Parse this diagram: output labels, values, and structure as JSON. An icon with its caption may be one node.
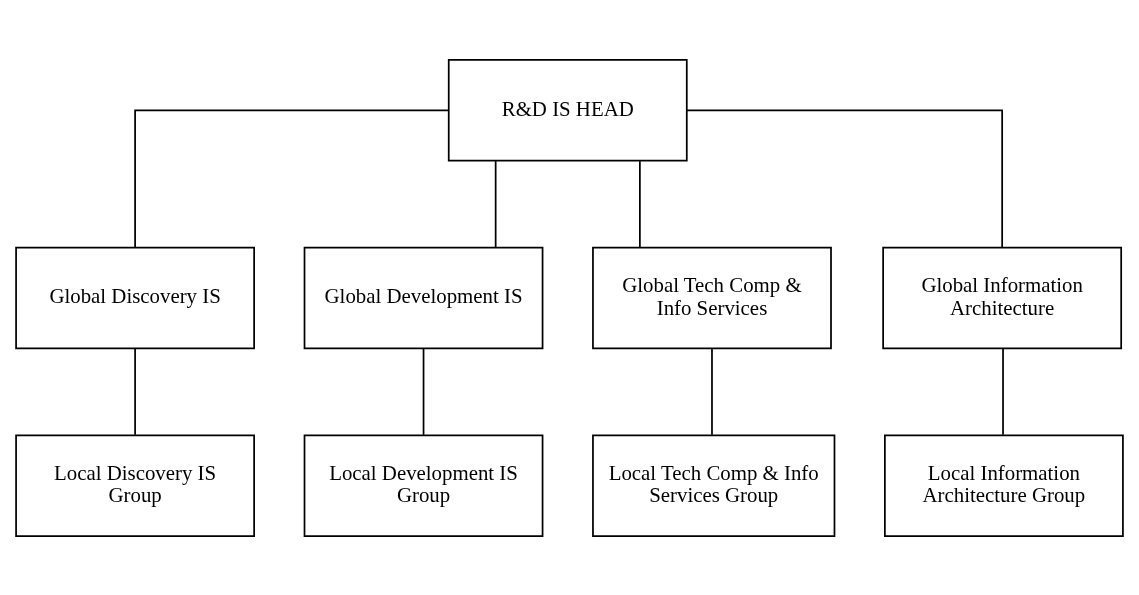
{
  "diagram": {
    "nodes": [
      {
        "text": [
          "R&D IS HEAD"
        ]
      },
      {
        "text": [
          "Global Discovery IS"
        ]
      },
      {
        "text": [
          "Global Development IS"
        ]
      },
      {
        "text": [
          "Global Tech Comp & Info Services"
        ]
      },
      {
        "text": [
          "Global Information Architecture"
        ]
      },
      {
        "text": [
          "Local Discovery IS Group"
        ]
      },
      {
        "text": [
          "Local Development IS Group"
        ]
      },
      {
        "text": [
          "Local Tech Comp & Info Services Group"
        ]
      },
      {
        "text": [
          "Local Information Architecture Group"
        ]
      }
    ],
    "edges": [
      {
        "from": 0,
        "to": 1,
        "arrow": "none"
      },
      {
        "from": 0,
        "to": 2,
        "arrow": "none"
      },
      {
        "from": 0,
        "to": 3,
        "arrow": "none"
      },
      {
        "from": 0,
        "to": 4,
        "arrow": "none"
      },
      {
        "from": 1,
        "to": 5,
        "arrow": "none"
      },
      {
        "from": 2,
        "to": 6,
        "arrow": "none"
      },
      {
        "from": 3,
        "to": 7,
        "arrow": "none"
      },
      {
        "from": 4,
        "to": 8,
        "arrow": "none"
      }
    ]
  }
}
